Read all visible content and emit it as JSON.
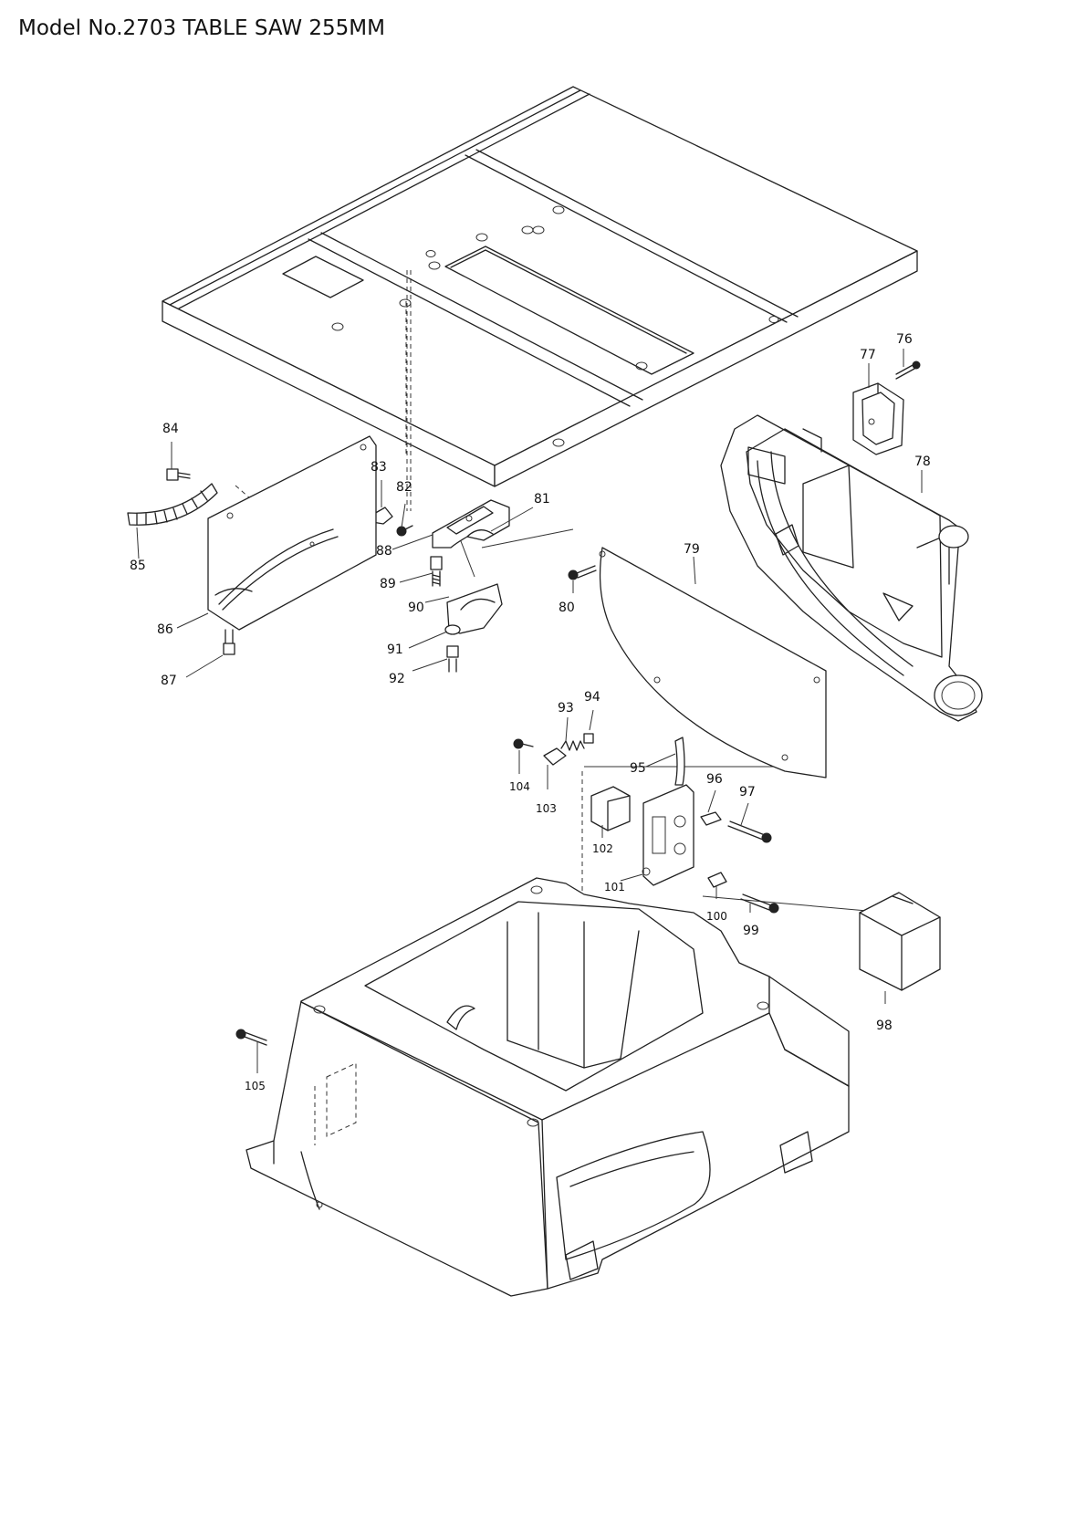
{
  "title": "Model No.2703 TABLE SAW 255MM",
  "parts": [
    {
      "no": "76"
    },
    {
      "no": "77"
    },
    {
      "no": "78"
    },
    {
      "no": "79"
    },
    {
      "no": "80"
    },
    {
      "no": "81"
    },
    {
      "no": "82"
    },
    {
      "no": "83"
    },
    {
      "no": "84"
    },
    {
      "no": "85"
    },
    {
      "no": "86"
    },
    {
      "no": "87"
    },
    {
      "no": "88"
    },
    {
      "no": "89"
    },
    {
      "no": "90"
    },
    {
      "no": "91"
    },
    {
      "no": "92"
    },
    {
      "no": "93"
    },
    {
      "no": "94"
    },
    {
      "no": "95"
    },
    {
      "no": "96"
    },
    {
      "no": "97"
    },
    {
      "no": "98"
    },
    {
      "no": "99"
    },
    {
      "no": "100"
    },
    {
      "no": "101"
    },
    {
      "no": "102"
    },
    {
      "no": "103"
    },
    {
      "no": "104"
    },
    {
      "no": "105"
    }
  ]
}
